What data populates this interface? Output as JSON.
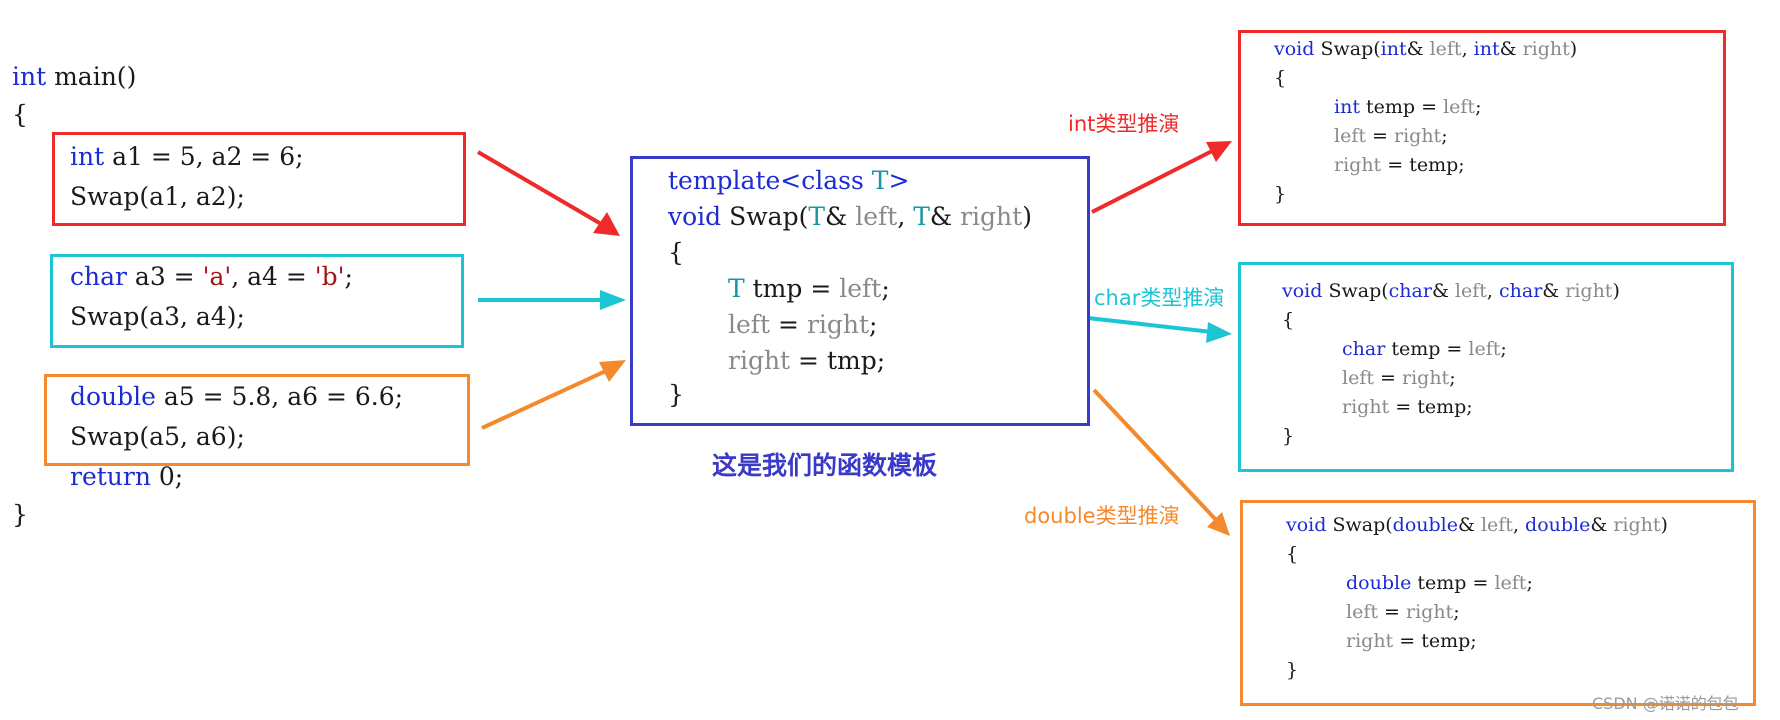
{
  "main": {
    "line1": {
      "kw": "int",
      "rest": " main()"
    },
    "open": "{",
    "close": "}",
    "return": {
      "kw": "return",
      "rest": " 0;"
    }
  },
  "groups": [
    {
      "line1_kw": "int",
      "line1_rest": " a1 = 5, a2 = 6;",
      "line2": "Swap(a1, a2);"
    },
    {
      "line1_kw": "char",
      "line1_a": " a3 = ",
      "line1_s1": "'a'",
      "line1_b": ", a4 = ",
      "line1_s2": "'b'",
      "line1_c": ";",
      "line2": "Swap(a3, a4);"
    },
    {
      "line1_kw": "double",
      "line1_rest": " a5 = 5.8, a6 = 6.6;",
      "line2": "Swap(a5, a6);"
    }
  ],
  "template": {
    "tpl_kw": "template",
    "tpl_lt": "<",
    "tpl_class": "class",
    "tpl_sp": " ",
    "tpl_T": "T",
    "tpl_gt": ">",
    "void": "void",
    "swap": " Swap(",
    "T": "T",
    "amp_left": "& ",
    "left": "left",
    "comma": ", ",
    "amp_right": "& ",
    "right": "right",
    "paren": ")",
    "open": "{",
    "tmp_T": "T",
    "tmp_rest": " tmp = ",
    "tmp_left": "left",
    "semi": ";",
    "l2_left": "left",
    "l2_eq": " = ",
    "l2_right": "right",
    "l3_right": "right",
    "l3_rest": " = tmp;",
    "close": "}",
    "caption": "这是我们的函数模板"
  },
  "instances": [
    {
      "type": "int",
      "label": "int类型推演",
      "color": "#ee2a2a"
    },
    {
      "type": "char",
      "label": "char类型推演",
      "color": "#1cc5d3"
    },
    {
      "type": "double",
      "label": "double类型推演",
      "color": "#f48a2c"
    }
  ],
  "instance_code": {
    "void": "void",
    "swap": " Swap(",
    "amp_left": "& ",
    "left": "left",
    "comma": ", ",
    "amp_right": "& ",
    "right": "right",
    "paren": ")",
    "open": "{",
    "temp_rest": " temp = ",
    "semi": ";",
    "eq": " = ",
    "temp_end": " = temp;",
    "close": "}"
  },
  "colors": {
    "red": "#ee2a2a",
    "cyan": "#1cc5d3",
    "orange": "#f48a2c",
    "blue": "#3a3ac8",
    "keyword": "#1c2bd4",
    "type_param": "#1597a6",
    "param": "#8a8a8a"
  },
  "watermark": "CSDN @诺诺的包包"
}
